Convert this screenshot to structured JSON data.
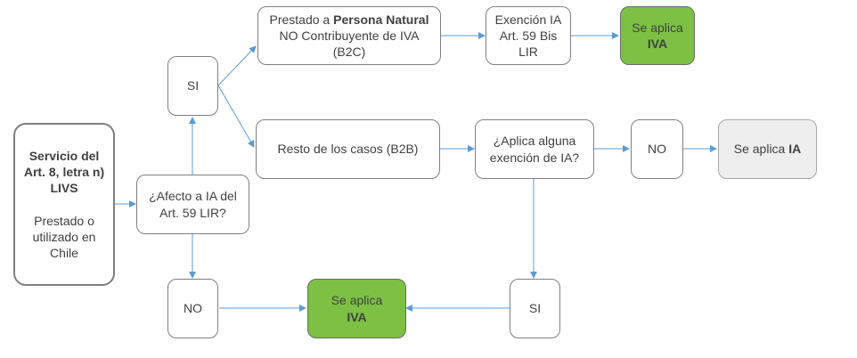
{
  "nodes": {
    "servicio": {
      "title": "Servicio del Art. 8, letra n) LIVS",
      "subtitle": "Prestado o utilizado en Chile"
    },
    "afecto": {
      "label": "¿Afecto a IA del Art. 59 LIR?"
    },
    "si_top": {
      "label": "SI"
    },
    "no_bottom": {
      "label": "NO"
    },
    "b2c": {
      "pre": "Prestado a ",
      "bold": "Persona Natural",
      "post": " NO Contribuyente de IVA (B2C)"
    },
    "exencion_bis": {
      "label": "Exención IA Art. 59 Bis LIR"
    },
    "iva_top": {
      "pre": "Se aplica",
      "bold": "IVA"
    },
    "b2b": {
      "label": "Resto de los casos (B2B)"
    },
    "aplica_exencion": {
      "label": "¿Aplica alguna exención de IA?"
    },
    "no_mid": {
      "label": "NO"
    },
    "ia_result": {
      "pre": "Se aplica ",
      "bold": "IA"
    },
    "si_right": {
      "label": "SI"
    },
    "iva_bottom": {
      "pre": "Se aplica",
      "bold": "IVA"
    }
  },
  "colors": {
    "green": "#7cc143",
    "gray_fill": "#eeeeee",
    "arrow": "#5b9bd5",
    "border": "#7f7f7f"
  }
}
